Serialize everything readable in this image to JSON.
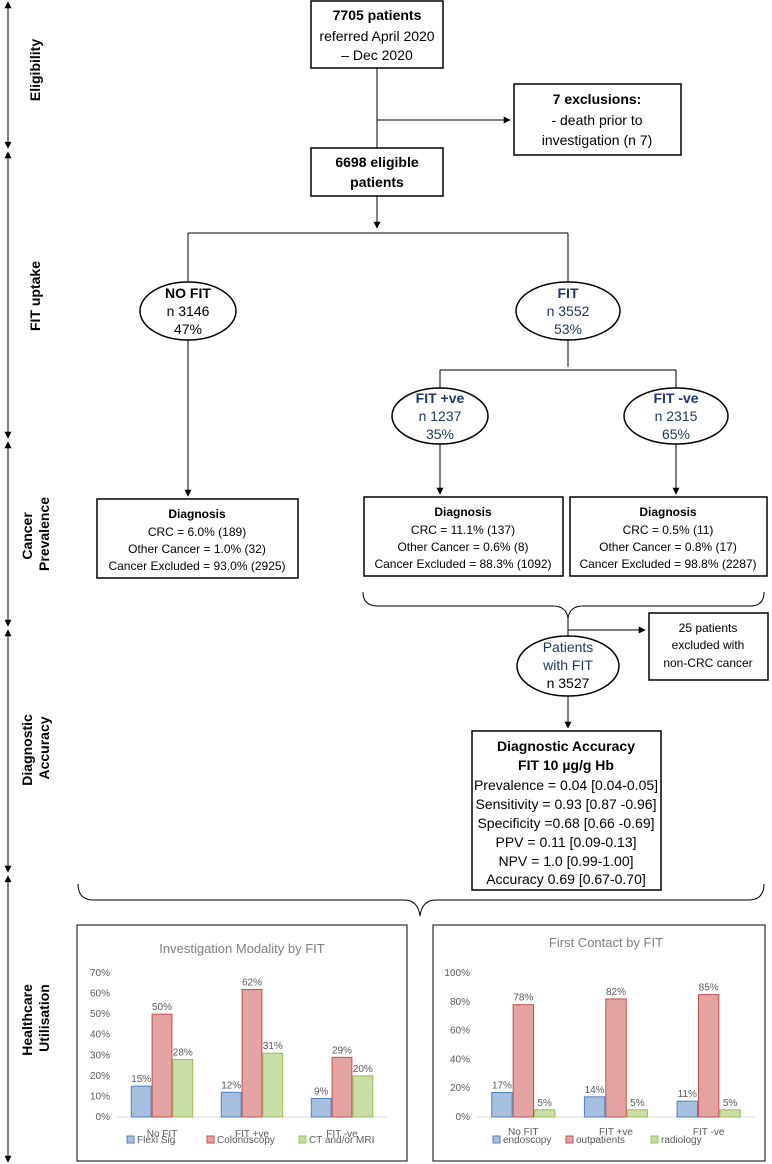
{
  "stages": [
    "Eligibility",
    "FIT uptake",
    "Cancer Prevalence",
    "Diagnostic Accuracy",
    "Healthcare Utilisation"
  ],
  "referred": {
    "title": "7705 patients",
    "lines": [
      "referred April 2020",
      "– Dec 2020"
    ]
  },
  "exclusions": {
    "title": "7 exclusions:",
    "lines": [
      "- death prior to",
      "investigation (n 7)"
    ]
  },
  "eligible": {
    "lines": [
      "6698 eligible",
      "patients"
    ]
  },
  "nofit": {
    "title": "NO FIT",
    "lines": [
      "n 3146",
      "47%"
    ]
  },
  "fit": {
    "title": "FIT",
    "lines": [
      "n 3552",
      "53%"
    ]
  },
  "fitpos": {
    "title": "FIT +ve",
    "lines": [
      "n 1237",
      "35%"
    ]
  },
  "fitneg": {
    "title": "FIT -ve",
    "lines": [
      "n 2315",
      "65%"
    ]
  },
  "diag_nofit": {
    "title": "Diagnosis",
    "lines": [
      "CRC = 6.0% (189)",
      "Other Cancer = 1.0% (32)",
      "Cancer Excluded = 93.0% (2925)"
    ]
  },
  "diag_fitpos": {
    "title": "Diagnosis",
    "lines": [
      "CRC = 11.1% (137)",
      "Other Cancer = 0.6% (8)",
      "Cancer Excluded = 88.3% (1092)"
    ]
  },
  "diag_fitneg": {
    "title": "Diagnosis",
    "lines": [
      "CRC = 0.5% (11)",
      "Other Cancer = 0.8% (17)",
      "Cancer Excluded = 98.8% (2287)"
    ]
  },
  "excluded25": {
    "lines": [
      "25 patients",
      "excluded with",
      "non-CRC cancer"
    ]
  },
  "withfit": {
    "lines": [
      "Patients",
      "with FIT",
      "n 3527"
    ]
  },
  "accuracy": {
    "title_lines": [
      "Diagnostic Accuracy",
      "FIT 10 µg/g Hb"
    ],
    "lines": [
      "Prevalence = 0.04 [0.04-0.05]",
      "Sensitivity = 0.93 [0.87 -0.96]",
      "Specificity =0.68 [0.66 -0.69]",
      "PPV = 0.11 [0.09-0.13]",
      "NPV = 1.0 [0.99-1.00]",
      "Accuracy 0.69 [0.67-0.70]"
    ]
  },
  "colors": {
    "series1": "#4f81bd",
    "series2": "#c0504d",
    "series3": "#9bbb59",
    "fill1": "#a7bfde",
    "fill2": "#e3a3a2",
    "fill3": "#c9dda7",
    "text_blue": "#1f3864"
  },
  "chart_data": [
    {
      "type": "bar",
      "title": "Investigation Modality by FIT",
      "categories": [
        "No FIT",
        "FIT +ve",
        "FIT -ve"
      ],
      "series": [
        {
          "name": "Flexi Sig",
          "values": [
            15,
            12,
            9
          ]
        },
        {
          "name": "Colonoscopy",
          "values": [
            50,
            62,
            29
          ]
        },
        {
          "name": "CT and/or MRI",
          "values": [
            28,
            31,
            20
          ]
        }
      ],
      "ylim": [
        0,
        70
      ],
      "yticks": [
        0,
        10,
        20,
        30,
        40,
        50,
        60,
        70
      ],
      "unit": "%",
      "legend": "bottom",
      "grid": false
    },
    {
      "type": "bar",
      "title": "First Contact by FIT",
      "categories": [
        "No FIT",
        "FIT +ve",
        "FIT -ve"
      ],
      "series": [
        {
          "name": "endoscopy",
          "values": [
            17,
            14,
            11
          ]
        },
        {
          "name": "outpatients",
          "values": [
            78,
            82,
            85
          ]
        },
        {
          "name": "radiology",
          "values": [
            5,
            5,
            5
          ]
        }
      ],
      "ylim": [
        0,
        100
      ],
      "yticks": [
        0,
        20,
        40,
        60,
        80,
        100
      ],
      "unit": "%",
      "legend": "bottom",
      "grid": false
    }
  ]
}
